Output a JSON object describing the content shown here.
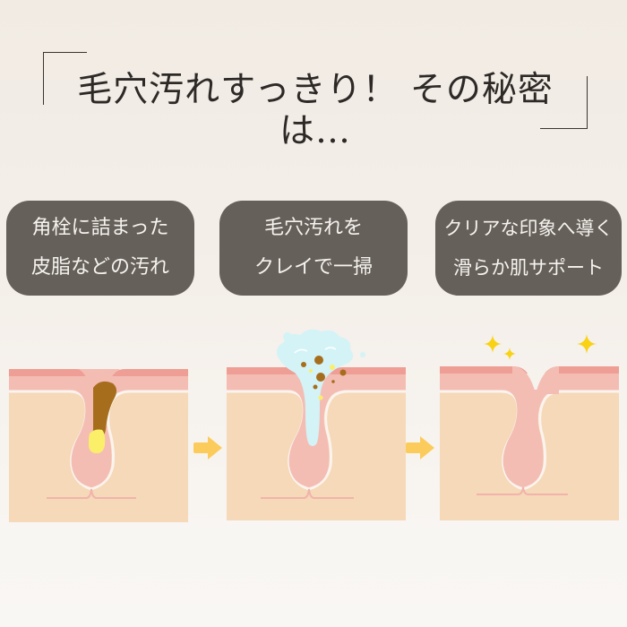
{
  "headline": {
    "text": "毛穴汚れすっきり！ その秘密は…"
  },
  "steps": [
    {
      "line1": "角栓に詰まった",
      "line2": "皮脂などの汚れ"
    },
    {
      "line1": "毛穴汚れを",
      "line2": "クレイで一掃"
    },
    {
      "line1": "クリアな印象へ導く",
      "line2": "滑らか肌サポート"
    }
  ],
  "illustrations": [
    {
      "name": "clogged-pore",
      "description": "pore clogged with sebum plug"
    },
    {
      "name": "clay-cleansing-pore",
      "description": "clay foam lifting dirt out of pore"
    },
    {
      "name": "clean-pore",
      "description": "clean pore with sparkles"
    }
  ],
  "colors": {
    "pill_bg": "#65605a",
    "pill_text": "#f6f3ef",
    "skin_epidermis": "#f4bdb4",
    "skin_surface": "#ee9e94",
    "skin_dermis": "#f5d9b8",
    "sebum": "#a66e1c",
    "sebum_tip": "#fbef6a",
    "clay_foam": "#d3f3f7",
    "arrow": "#fbcc5c",
    "sparkle": "#f8d213"
  }
}
